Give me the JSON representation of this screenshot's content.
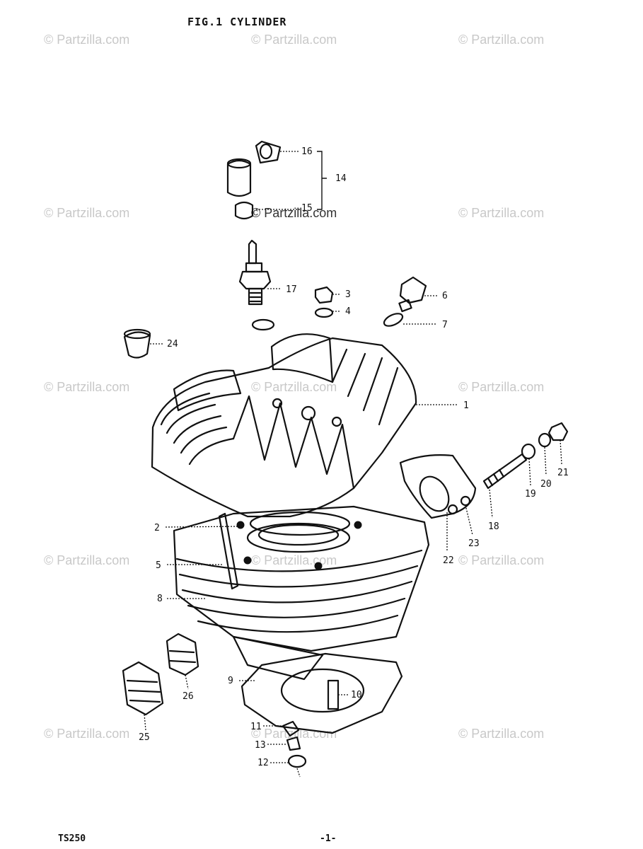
{
  "figure": {
    "title": "FIG.1 CYLINDER"
  },
  "footer": {
    "code": "TS250",
    "page": "-1-"
  },
  "watermark": {
    "text": "© Partzilla.com"
  },
  "callouts": [
    "1",
    "2",
    "3",
    "4",
    "5",
    "6",
    "7",
    "8",
    "9",
    "10",
    "11",
    "12",
    "13",
    "14",
    "15",
    "16",
    "17",
    "18",
    "19",
    "20",
    "21",
    "22",
    "23",
    "24",
    "25",
    "26"
  ]
}
